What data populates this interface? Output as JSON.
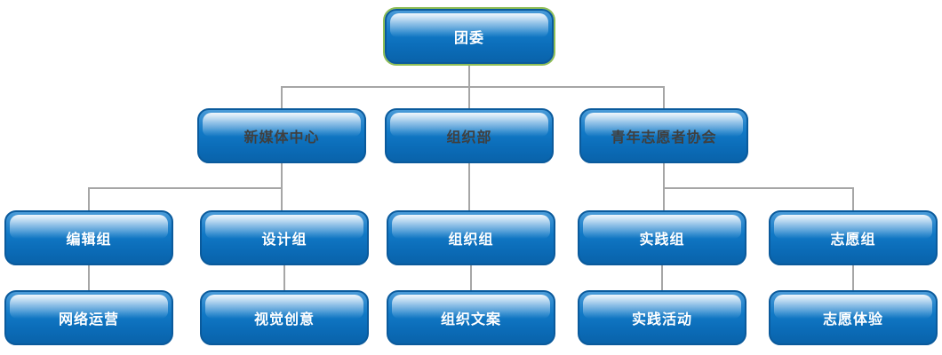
{
  "palette": {
    "background": "#ffffff",
    "node_border": "#0a5a9c",
    "node_body_top": "#4a9bd8",
    "node_body_mid": "#0d73c2",
    "node_body_bottom": "#0a63aa",
    "node_gloss_highlight": "#dcecfa",
    "connector": "#a6a6a6",
    "text_light": "#ffffff",
    "text_dark": "#3f3f3f",
    "selection_outline": "#8fbe56"
  },
  "org_chart": {
    "nodes": [
      {
        "id": "root",
        "label": "团委",
        "level": 1,
        "text_style": "light",
        "selected": true
      },
      {
        "id": "new-media-center",
        "label": "新媒体中心",
        "level": 2,
        "text_style": "dark",
        "selected": false
      },
      {
        "id": "organization-dept",
        "label": "组织部",
        "level": 2,
        "text_style": "dark",
        "selected": false
      },
      {
        "id": "youth-volunteers",
        "label": "青年志愿者协会",
        "level": 2,
        "text_style": "dark",
        "selected": false
      },
      {
        "id": "editing-group",
        "label": "编辑组",
        "level": 3,
        "text_style": "light",
        "selected": false
      },
      {
        "id": "design-group",
        "label": "设计组",
        "level": 3,
        "text_style": "light",
        "selected": false
      },
      {
        "id": "organization-group",
        "label": "组织组",
        "level": 3,
        "text_style": "light",
        "selected": false
      },
      {
        "id": "practice-group",
        "label": "实践组",
        "level": 3,
        "text_style": "light",
        "selected": false
      },
      {
        "id": "volunteer-group",
        "label": "志愿组",
        "level": 3,
        "text_style": "light",
        "selected": false
      },
      {
        "id": "network-operations",
        "label": "网络运营",
        "level": 4,
        "text_style": "light",
        "selected": false
      },
      {
        "id": "visual-creativity",
        "label": "视觉创意",
        "level": 4,
        "text_style": "light",
        "selected": false
      },
      {
        "id": "organization-copy",
        "label": "组织文案",
        "level": 4,
        "text_style": "light",
        "selected": false
      },
      {
        "id": "practice-activities",
        "label": "实践活动",
        "level": 4,
        "text_style": "light",
        "selected": false
      },
      {
        "id": "volunteer-experience",
        "label": "志愿体验",
        "level": 4,
        "text_style": "light",
        "selected": false
      }
    ],
    "edges": [
      {
        "from": "root",
        "to": "new-media-center"
      },
      {
        "from": "root",
        "to": "organization-dept"
      },
      {
        "from": "root",
        "to": "youth-volunteers"
      },
      {
        "from": "new-media-center",
        "to": "editing-group"
      },
      {
        "from": "new-media-center",
        "to": "design-group"
      },
      {
        "from": "organization-dept",
        "to": "organization-group"
      },
      {
        "from": "youth-volunteers",
        "to": "practice-group"
      },
      {
        "from": "youth-volunteers",
        "to": "volunteer-group"
      },
      {
        "from": "editing-group",
        "to": "network-operations"
      },
      {
        "from": "design-group",
        "to": "visual-creativity"
      },
      {
        "from": "organization-group",
        "to": "organization-copy"
      },
      {
        "from": "practice-group",
        "to": "practice-activities"
      },
      {
        "from": "volunteer-group",
        "to": "volunteer-experience"
      }
    ]
  }
}
